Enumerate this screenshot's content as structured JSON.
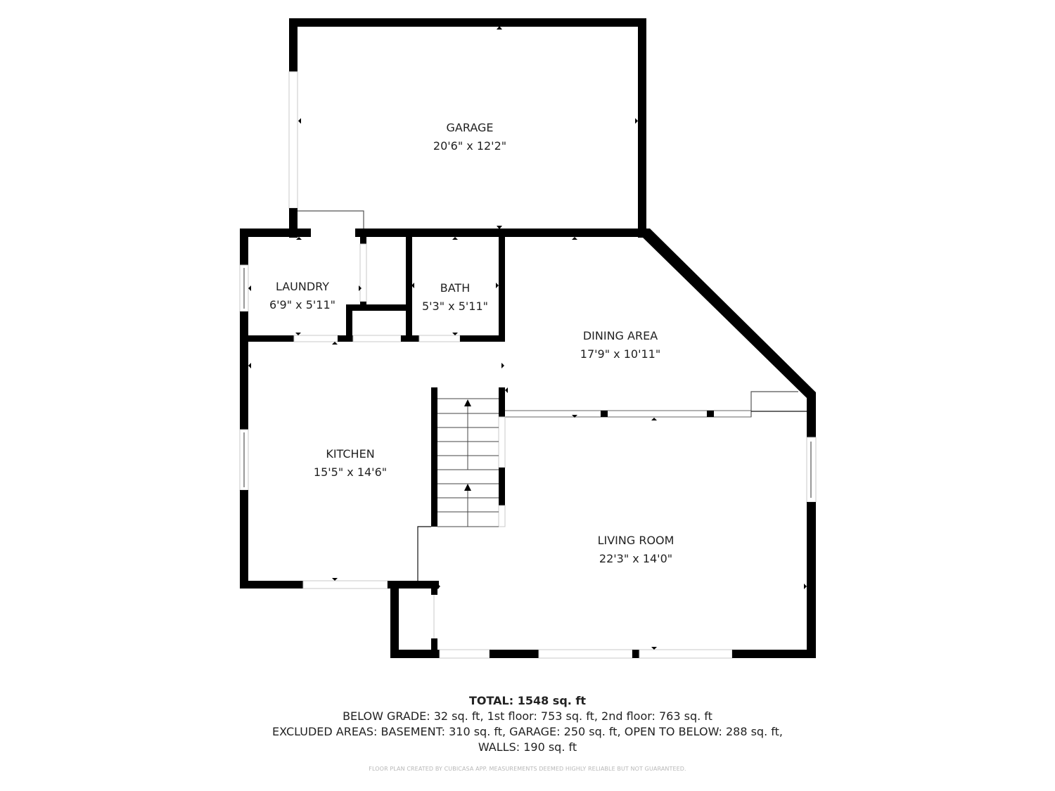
{
  "floor_plan": {
    "rooms": [
      {
        "id": "garage",
        "name": "GARAGE",
        "dimensions": "20'6\" x 12'2\""
      },
      {
        "id": "laundry",
        "name": "LAUNDRY",
        "dimensions": "6'9\" x 5'11\""
      },
      {
        "id": "bath",
        "name": "BATH",
        "dimensions": "5'3\" x 5'11\""
      },
      {
        "id": "dining",
        "name": "DINING AREA",
        "dimensions": "17'9\" x 10'11\""
      },
      {
        "id": "kitchen",
        "name": "KITCHEN",
        "dimensions": "15'5\" x 14'6\""
      },
      {
        "id": "living",
        "name": "LIVING ROOM",
        "dimensions": "22'3\" x 14'0\""
      }
    ],
    "wall_color": "#000000",
    "background_color": "#ffffff"
  },
  "summary": {
    "total": "TOTAL: 1548 sq. ft",
    "line1": "BELOW GRADE: 32 sq. ft, 1st floor: 753 sq. ft, 2nd floor: 763 sq. ft",
    "line2": "EXCLUDED AREAS: BASEMENT: 310 sq. ft, GARAGE: 250 sq. ft, OPEN TO BELOW: 288 sq. ft,",
    "line3": "WALLS: 190 sq. ft"
  },
  "disclaimer": "FLOOR PLAN CREATED BY CUBICASA APP. MEASUREMENTS DEEMED HIGHLY RELIABLE BUT NOT GUARANTEED."
}
